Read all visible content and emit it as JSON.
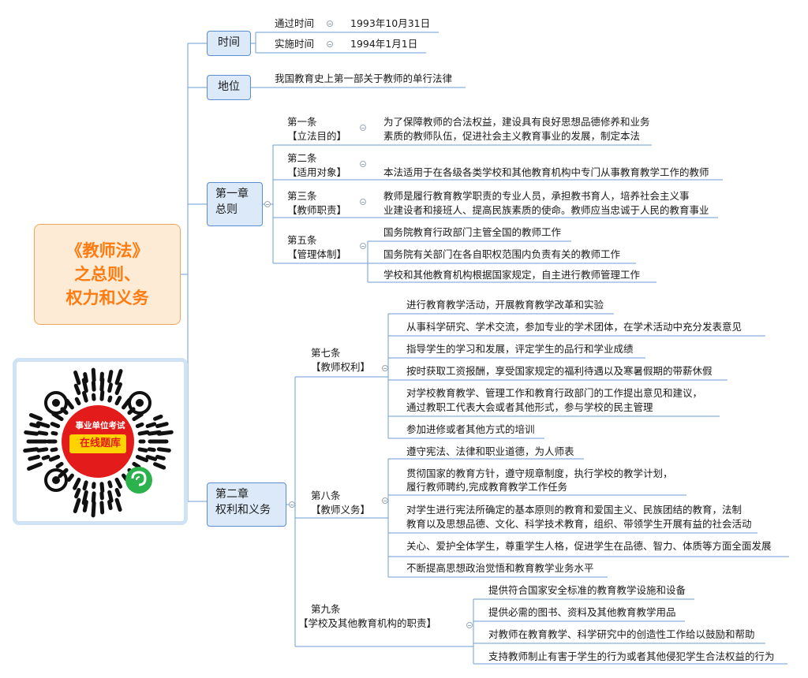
{
  "root": {
    "line1": "《教师法》",
    "line2": "之总则、",
    "line3": "权力和义务"
  },
  "qr": {
    "title": "事业单位考试",
    "subtitle": "在线题库",
    "colors": {
      "ring": "#e31b1b",
      "inner": "#ffd200",
      "mini": "#2bb24c"
    }
  },
  "branches": {
    "time": {
      "label": "时间",
      "items": [
        {
          "name": "通过时间",
          "value": "1993年10月31日"
        },
        {
          "name": "实施时间",
          "value": "1994年1月1日"
        }
      ]
    },
    "status": {
      "label": "地位",
      "text": "我国教育史上第一部关于教师的单行法律"
    },
    "ch1": {
      "line1": "第一章",
      "line2": "总则",
      "articles": [
        {
          "num": "第一条",
          "title": "【立法目的】",
          "lines": [
            "为了保障教师的合法权益，建设具有良好思想品德修养和业务",
            "素质的教师队伍，促进社会主义教育事业的发展，制定本法"
          ]
        },
        {
          "num": "第二条",
          "title": "【适用对象】",
          "lines": [
            "本法适用于在各级各类学校和其他教育机构中专门从事教育教学工作的教师"
          ]
        },
        {
          "num": "第三条",
          "title": "【教师职责】",
          "lines": [
            "教师是履行教育教学职责的专业人员，承担教书育人，培养社会主义事",
            "业建设者和接班人、提高民族素质的使命。教师应当忠诚于人民的教育事业"
          ]
        },
        {
          "num": "第五条",
          "title": "【管理体制】",
          "items": [
            "国务院教育行政部门主管全国的教师工作",
            "国务院有关部门在各自职权范围内负责有关的教师工作",
            "学校和其他教育机构根据国家规定，自主进行教师管理工作"
          ]
        }
      ]
    },
    "ch2": {
      "line1": "第二章",
      "line2": "权利和义务",
      "articles": [
        {
          "num": "第七条",
          "title": "【教师权利】",
          "items": [
            [
              "进行教育教学活动，开展教育教学改革和实验"
            ],
            [
              "从事科学研究、学术交流，参加专业的学术团体，在学术活动中充分发表意见"
            ],
            [
              "指导学生的学习和发展，评定学生的品行和学业成绩"
            ],
            [
              "按时获取工资报酬，享受国家规定的福利待遇以及寒暑假期的带薪休假"
            ],
            [
              "对学校教育教学、管理工作和教育行政部门的工作提出意见和建议，",
              "通过教职工代表大会或者其他形式，参与学校的民主管理"
            ],
            [
              "参加进修或者其他方式的培训"
            ]
          ]
        },
        {
          "num": "第八条",
          "title": "【教师义务】",
          "items": [
            [
              "遵守宪法、法律和职业道德，为人师表"
            ],
            [
              "贯彻国家的教育方针，遵守规章制度，执行学校的教学计划，",
              "履行教师聘约,完成教育教学工作任务"
            ],
            [
              "对学生进行宪法所确定的基本原则的教育和爱国主义、民族团结的教育，法制",
              "教育以及思想品德、文化、科学技术教育，组织、带领学生开展有益的社会活动"
            ],
            [
              "关心、爱护全体学生，尊重学生人格，促进学生在品德、智力、体质等方面全面发展"
            ],
            [
              "不断提高思想政治觉悟和教育教学业务水平"
            ]
          ]
        },
        {
          "num": "第九条",
          "title": "【学校及其他教育机构的职责】",
          "items": [
            [
              "提供符合国家安全标准的教育教学设施和设备"
            ],
            [
              "提供必需的图书、资料及其他教育教学用品"
            ],
            [
              "对教师在教育教学、科学研究中的创造性工作给以鼓励和帮助"
            ],
            [
              "支持教师制止有害于学生的行为或者其他侵犯学生合法权益的行为"
            ]
          ]
        }
      ]
    }
  }
}
